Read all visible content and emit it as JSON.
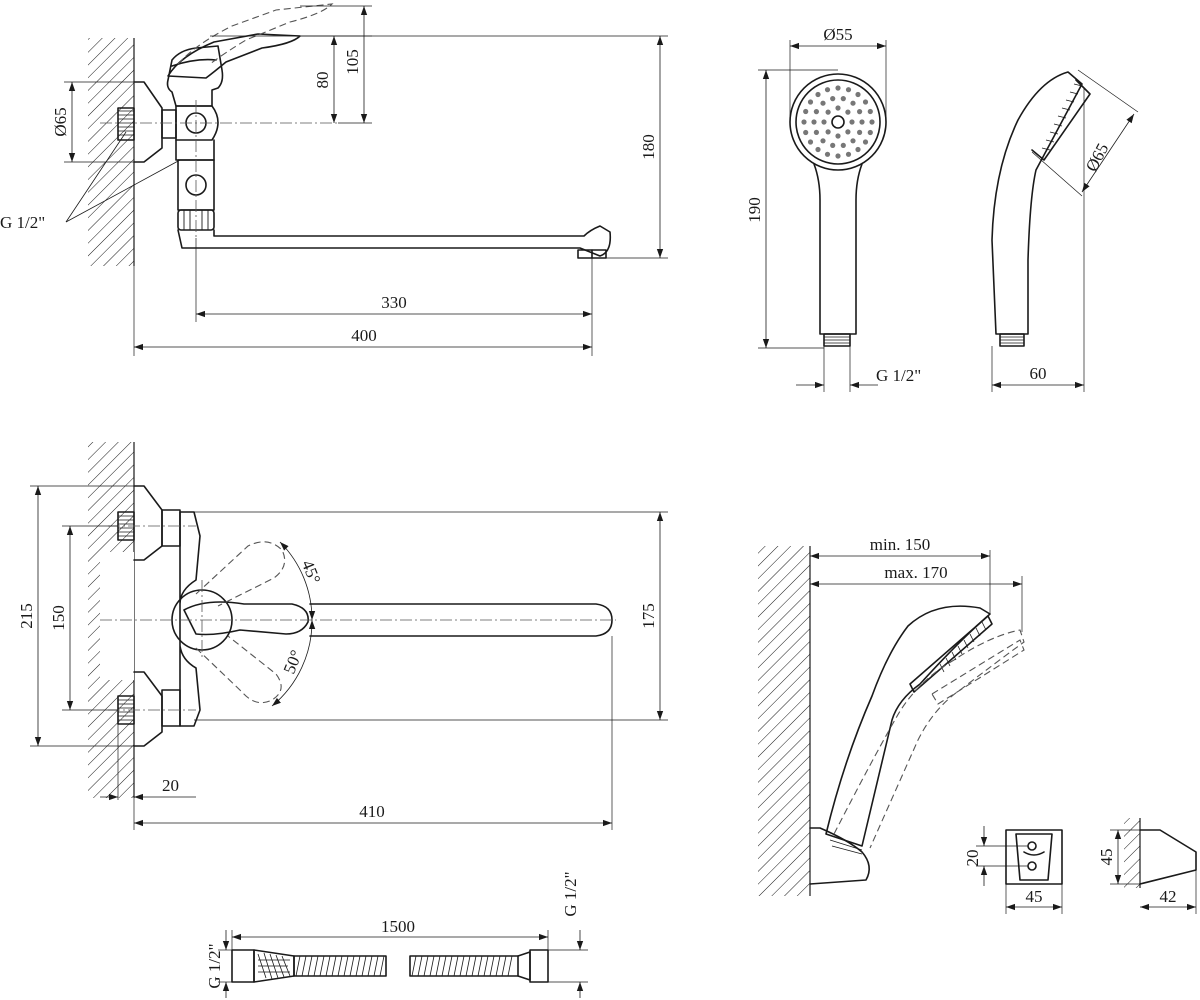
{
  "labels": {
    "spout_80": "80",
    "spout_105": "105",
    "spout_180": "180",
    "spout_330": "330",
    "spout_400": "400",
    "connector_d65": "Ø65",
    "connector_thread": "G 1/2\"",
    "head_d55": "Ø55",
    "head_190": "190",
    "head_thread": "G 1/2\"",
    "head_d65": "Ø65",
    "head_60": "60",
    "top_215": "215",
    "top_150": "150",
    "top_175": "175",
    "top_45": "45°",
    "top_50": "50°",
    "top_20": "20",
    "top_410": "410",
    "holder_min": "min. 150",
    "holder_max": "max. 170",
    "bracket_20": "20",
    "bracket_45w": "45",
    "bracket_45h": "45",
    "bracket_42": "42",
    "hose_1500": "1500",
    "hose_thread_left": "G 1/2\"",
    "hose_thread_right": "G 1/2\""
  }
}
